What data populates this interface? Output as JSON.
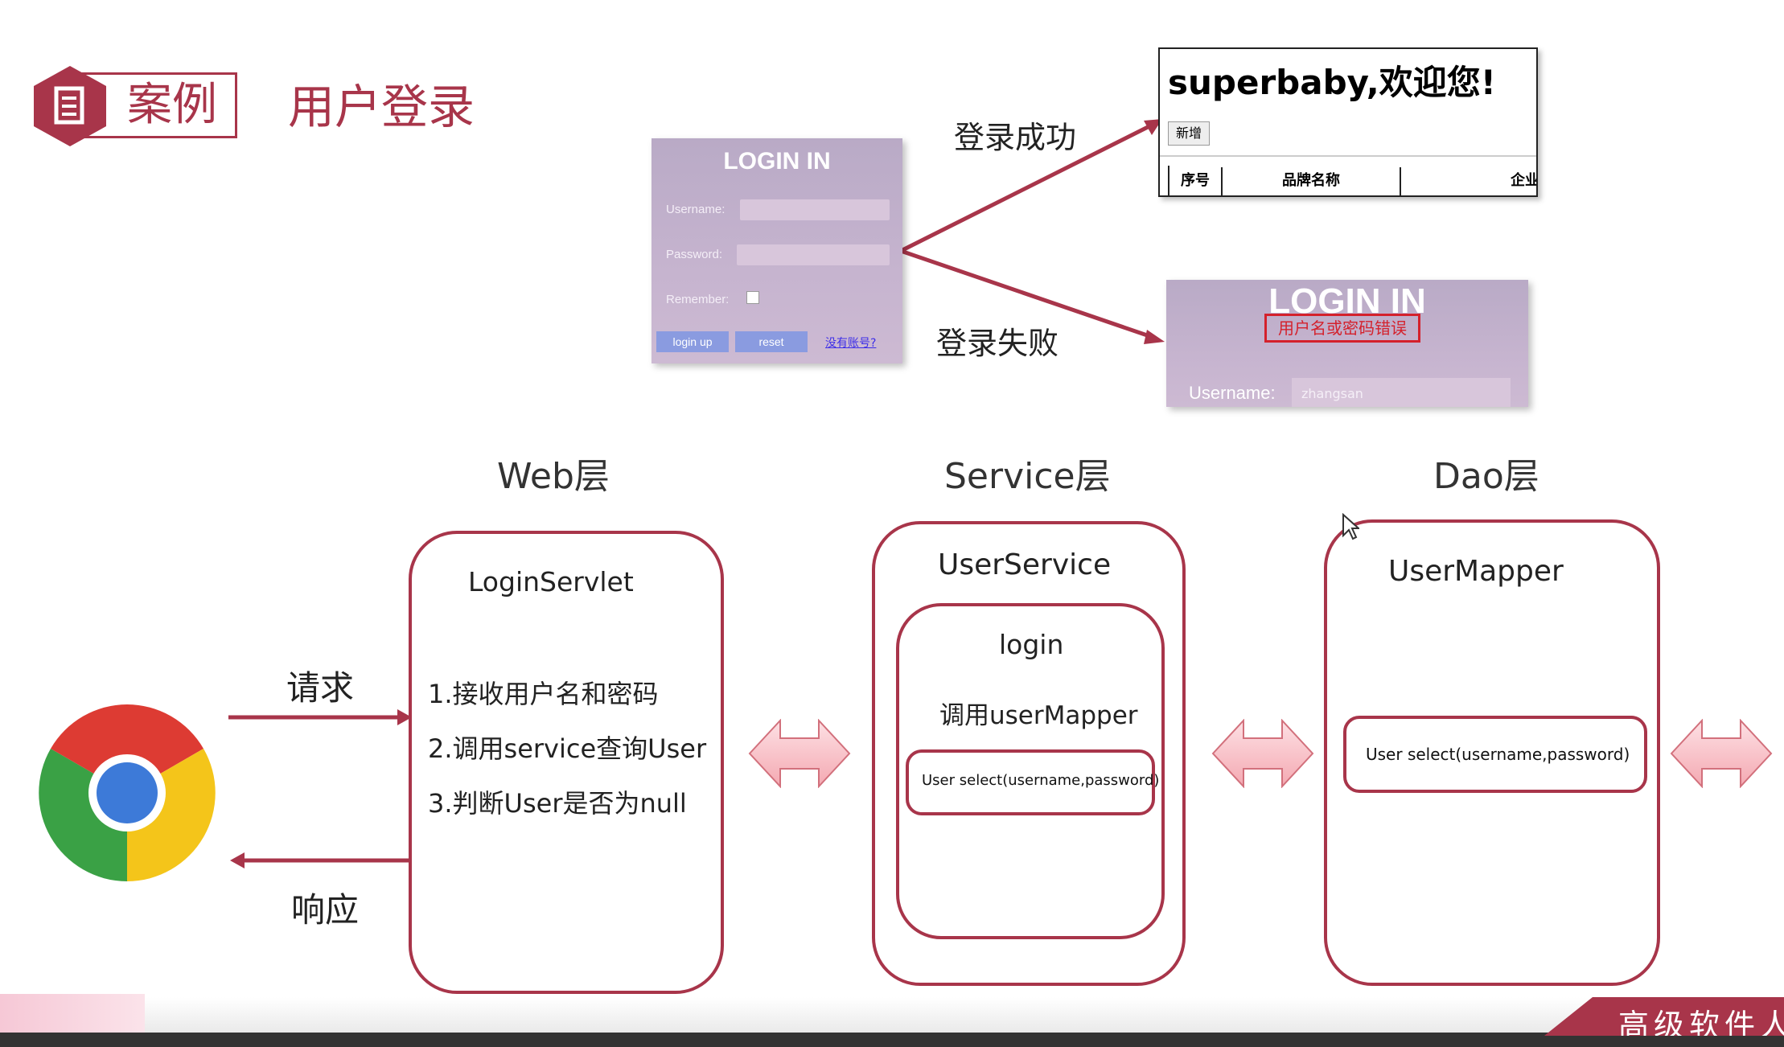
{
  "header": {
    "badge_label": "案例",
    "title": "用户登录"
  },
  "login_form": {
    "title": "LOGIN IN",
    "username_label": "Username:",
    "password_label": "Password:",
    "remember_label": "Remember:",
    "login_button": "login up",
    "reset_button": "reset",
    "register_link": "没有账号?"
  },
  "success": {
    "caption": "登录成功",
    "welcome": "superbaby,欢迎您!",
    "add_button": "新增",
    "table_headers": [
      "序号",
      "品牌名称",
      "企业名"
    ]
  },
  "failure": {
    "caption": "登录失败",
    "title": "LOGIN IN",
    "error_message": "用户名或密码错误",
    "username_label": "Username:",
    "username_value": "zhangsan"
  },
  "layers": {
    "web": {
      "heading": "Web层",
      "component": "LoginServlet",
      "steps": [
        "1.接收用户名和密码",
        "2.调用service查询User",
        "3.判断User是否为null"
      ]
    },
    "service": {
      "heading": "Service层",
      "component": "UserService",
      "method": "login",
      "call": "调用userMapper",
      "signature": "User select(username,password)"
    },
    "dao": {
      "heading": "Dao层",
      "component": "UserMapper",
      "signature": "User select(username,password)"
    }
  },
  "flow": {
    "request": "请求",
    "response": "响应"
  },
  "icons": {
    "badge": "document-icon",
    "browser": "chrome-browser-icon",
    "cursor": "mouse-pointer-icon"
  },
  "colors": {
    "accent": "#a8354a",
    "error": "#d4212c",
    "login_panel": "#c2b1cc"
  },
  "footer": {
    "brand": "高级软件人"
  }
}
